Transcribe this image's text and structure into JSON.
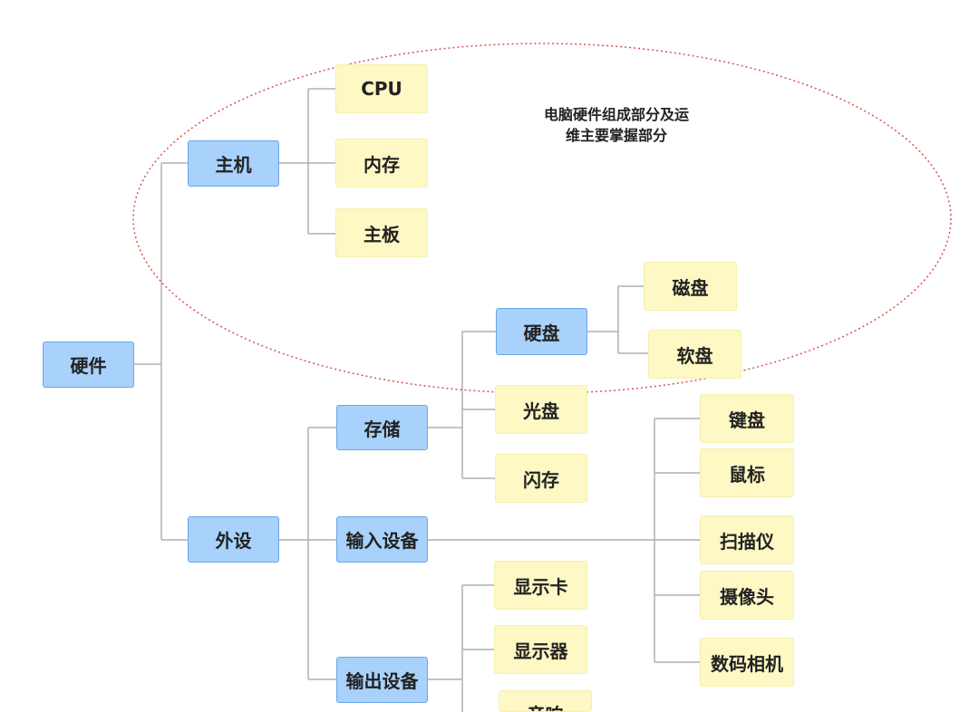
{
  "colors": {
    "category_fill": "#a8d1fb",
    "category_border": "#6aa7e6",
    "leaf_fill": "#fdf8c4",
    "connector": "#b0b0b0",
    "highlight_ellipse": "#d9534f"
  },
  "nodes": {
    "root": "硬件",
    "host": "主机",
    "cpu": "CPU",
    "memory": "内存",
    "motherboard": "主板",
    "peripheral": "外设",
    "storage": "存储",
    "hard_disk": "硬盘",
    "magnetic_disk": "磁盘",
    "floppy_disk": "软盘",
    "optical_disk": "光盘",
    "flash_memory": "闪存",
    "input_device": "输入设备",
    "keyboard": "键盘",
    "mouse": "鼠标",
    "scanner": "扫描仪",
    "camera": "摄像头",
    "digital_camera": "数码相机",
    "output_device": "输出设备",
    "graphics_card": "显示卡",
    "display": "显示器",
    "speaker": "音响"
  },
  "annotation": {
    "line1": "电脑硬件组成部分及运",
    "line2": "维主要掌握部分"
  }
}
